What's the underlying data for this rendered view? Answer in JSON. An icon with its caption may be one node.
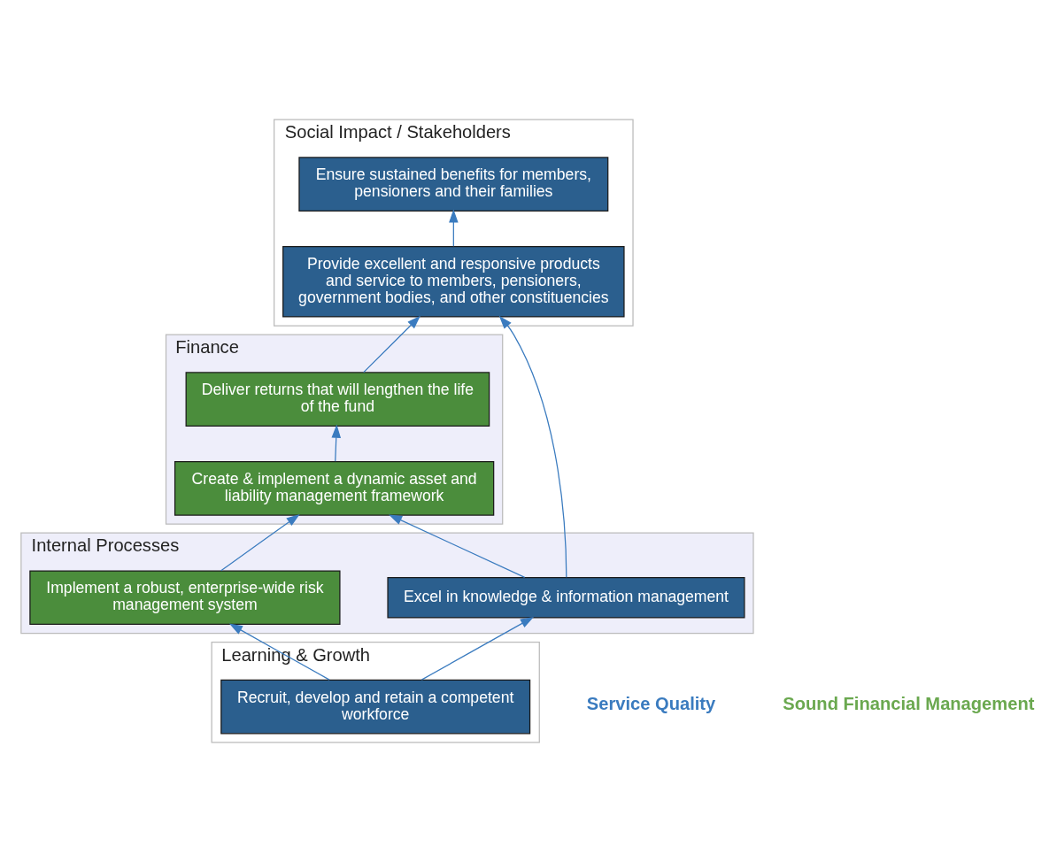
{
  "diagram": {
    "nodes": [
      {
        "text": [
          "Social Impact / Stakeholders"
        ]
      },
      {
        "text": [
          "Ensure sustained benefits for members, pensioners and their families"
        ],
        "in": 0
      },
      {
        "text": [
          "Provide excellent and responsive products and service to members, pensioners, government bodies, and other constituencies"
        ],
        "in": 0
      },
      {
        "text": [
          "Finance"
        ]
      },
      {
        "text": [
          "Deliver returns that will lengthen the life of the fund"
        ],
        "in": 3
      },
      {
        "text": [
          "Create & implement a dynamic asset and liability management framework"
        ],
        "in": 3
      },
      {
        "text": [
          "Internal Processes"
        ]
      },
      {
        "text": [
          "Implement a robust, enterprise-wide risk management system"
        ],
        "in": 6
      },
      {
        "text": [
          "Excel in knowledge & information management"
        ],
        "in": 6
      },
      {
        "text": [
          "Learning & Growth"
        ]
      },
      {
        "text": [
          "Recruit, develop and retain a competent workforce"
        ],
        "in": 9
      }
    ],
    "edges": [
      {
        "from": 2,
        "to": 1,
        "arrow": "to"
      },
      {
        "from": 4,
        "to": 2,
        "arrow": "to"
      },
      {
        "from": 5,
        "to": 4,
        "arrow": "to"
      },
      {
        "from": 7,
        "to": 5,
        "arrow": "to"
      },
      {
        "from": 8,
        "to": 5,
        "arrow": "to"
      },
      {
        "from": 8,
        "to": 2,
        "arrow": "to"
      },
      {
        "from": 10,
        "to": 7,
        "arrow": "to"
      },
      {
        "from": 10,
        "to": 8,
        "arrow": "to"
      }
    ],
    "labels": [
      "Service Quality",
      "Sound Financial Management"
    ]
  }
}
